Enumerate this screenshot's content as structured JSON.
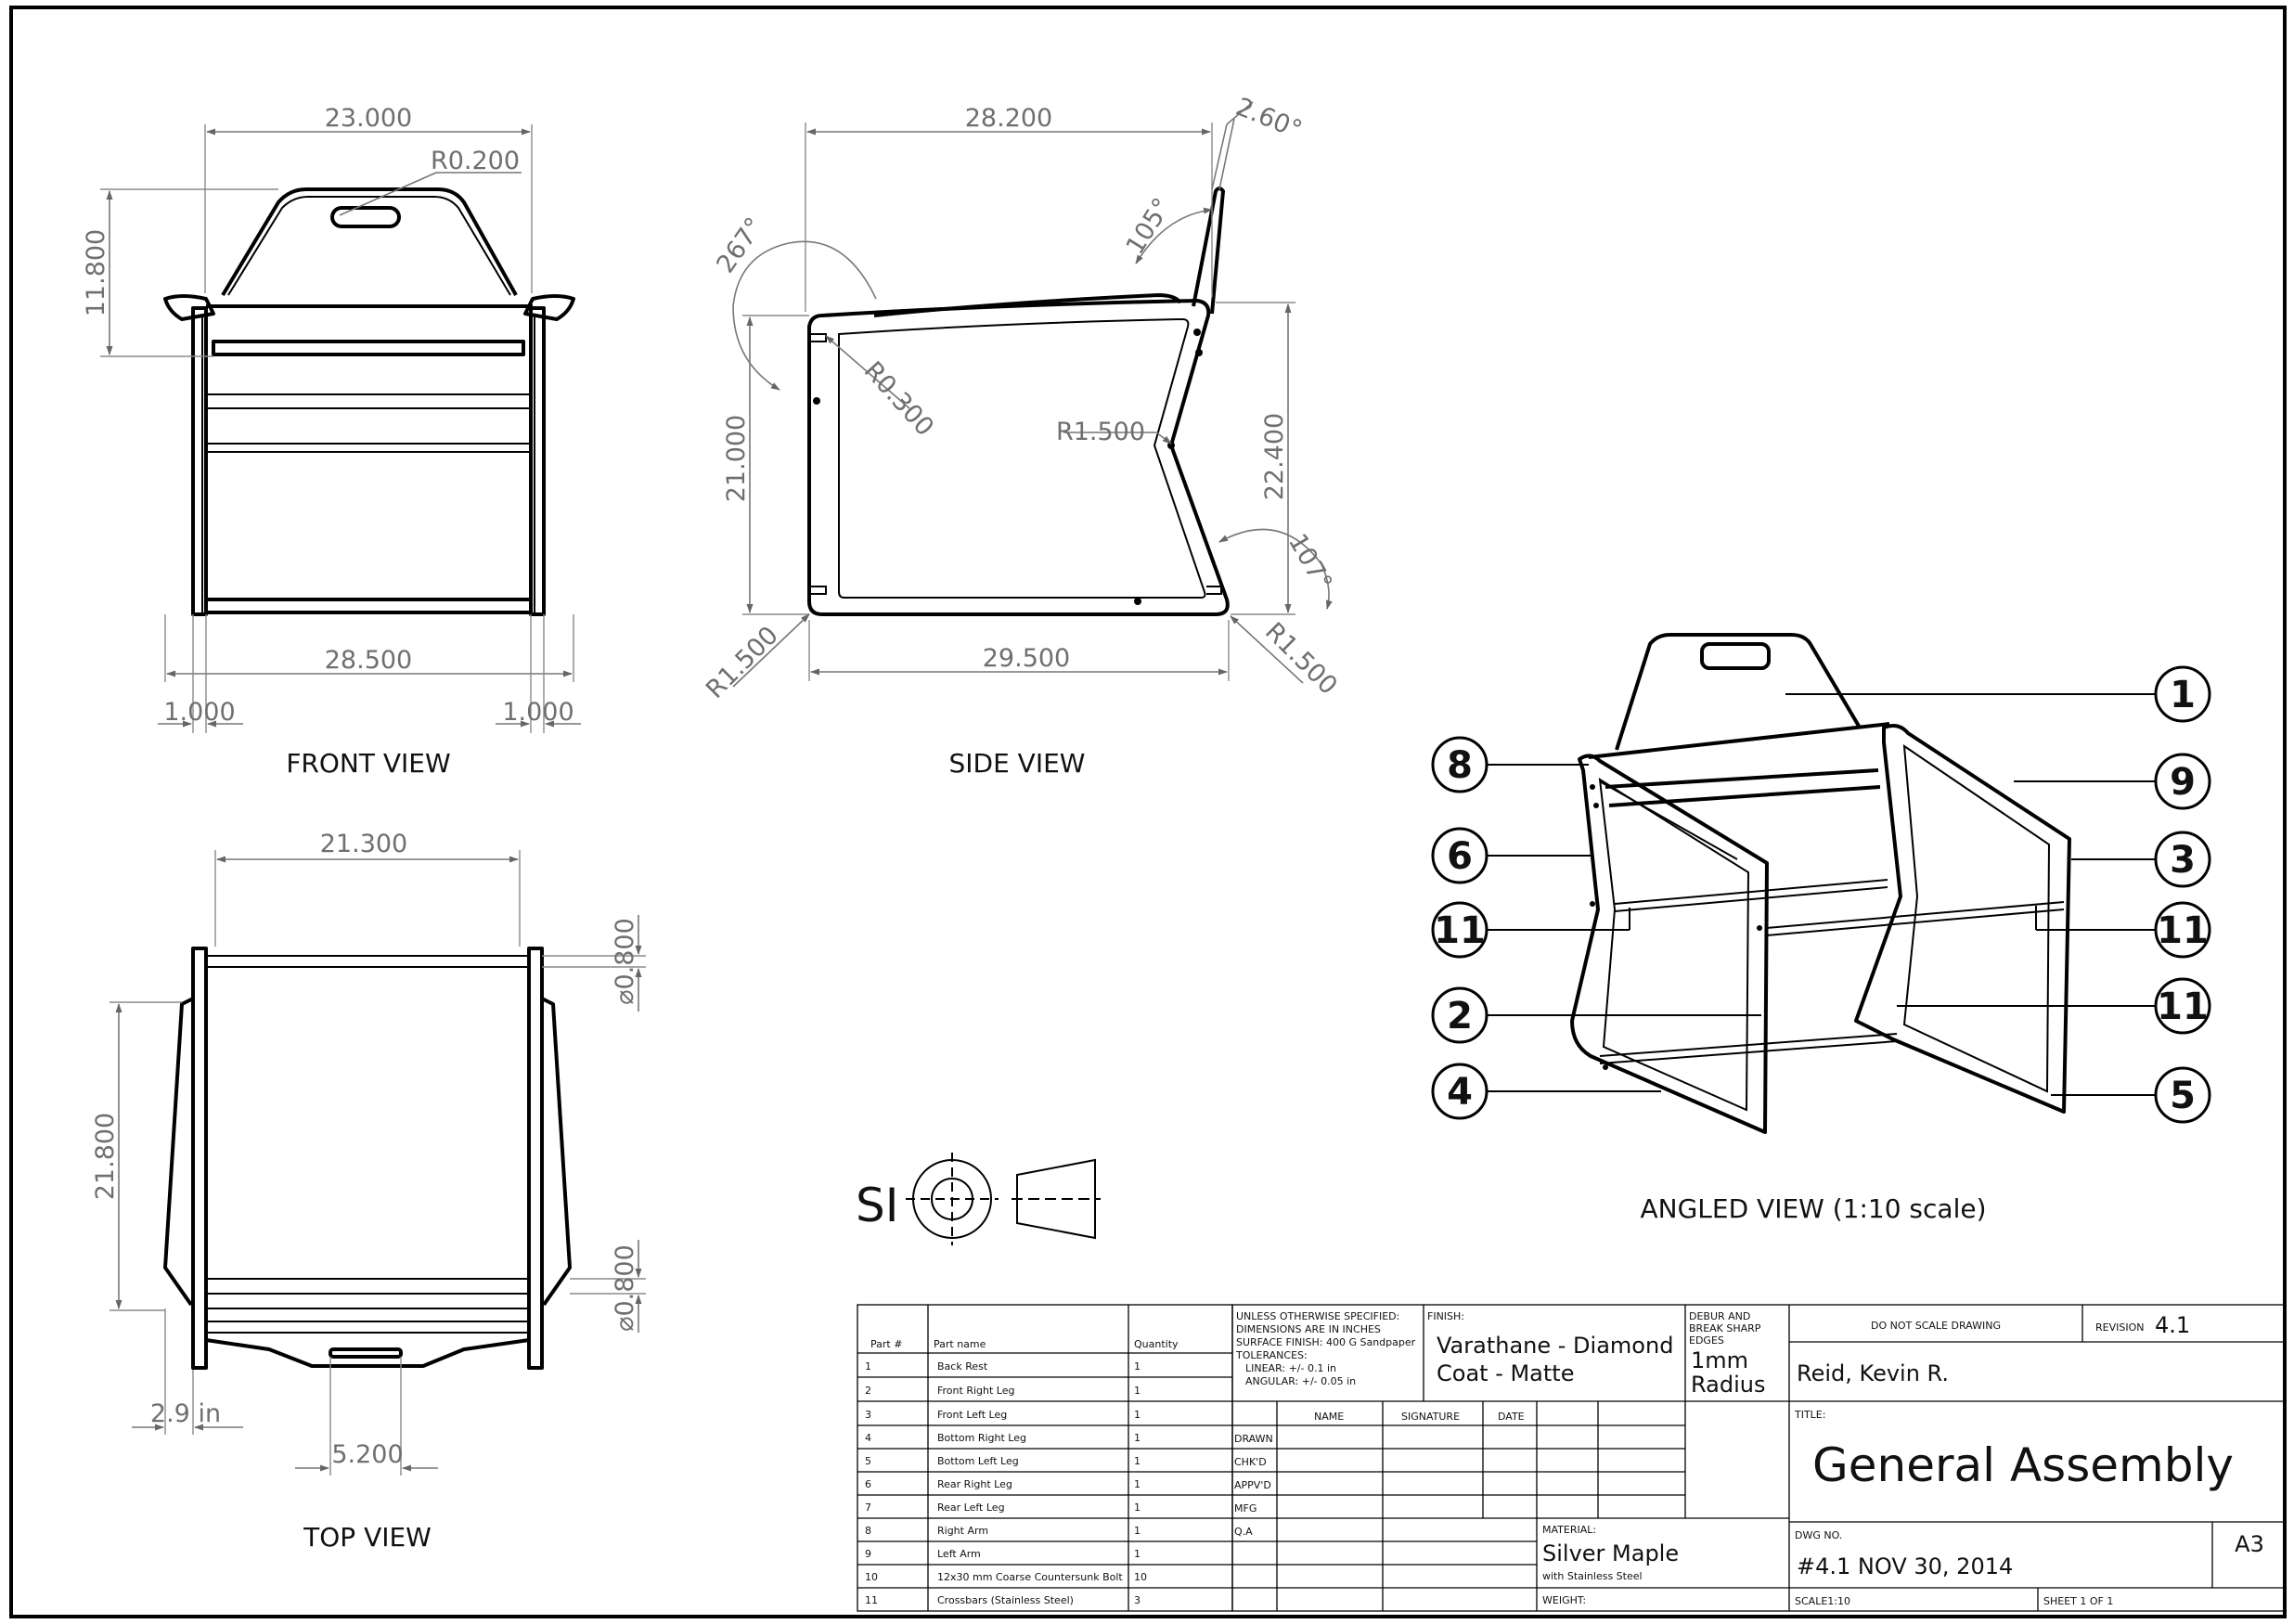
{
  "views": {
    "front": {
      "label": "FRONT VIEW",
      "dims": {
        "top_width": "23.000",
        "radius": "R0.200",
        "back_height": "11.800",
        "base_width": "28.500",
        "left_offset": "1.000",
        "right_offset": "1.000"
      }
    },
    "side": {
      "label": "SIDE VIEW",
      "dims": {
        "top_length": "28.200",
        "back_angle": "2.60°",
        "back_tilt": "105°",
        "rear_angle": "267°",
        "corner_radius": "R0.300",
        "front_height": "21.000",
        "bend_radius": "R1.500",
        "rear_height": "22.400",
        "leg_angle": "107°",
        "bottom_length": "29.500",
        "radius_left": "R1.500",
        "radius_right": "R1.500"
      }
    },
    "top": {
      "label": "TOP VIEW",
      "dims": {
        "inner_width": "21.300",
        "depth": "21.800",
        "dia_top": "⌀0.800",
        "dia_bottom": "⌀0.800",
        "offset": "2.9 in",
        "handle_width": "5.200"
      }
    },
    "angled": {
      "label": "ANGLED VIEW (1:10 scale)",
      "balloons": [
        "1",
        "8",
        "9",
        "6",
        "3",
        "11",
        "11",
        "2",
        "11",
        "4",
        "5"
      ]
    }
  },
  "projection_symbol": "SI",
  "bom": {
    "headers": {
      "part": "Part #",
      "name": "Part name",
      "qty": "Quantity"
    },
    "rows": [
      {
        "part": "1",
        "name": "Back Rest",
        "qty": "1"
      },
      {
        "part": "2",
        "name": "Front Right Leg",
        "qty": "1"
      },
      {
        "part": "3",
        "name": "Front Left Leg",
        "qty": "1"
      },
      {
        "part": "4",
        "name": "Bottom Right Leg",
        "qty": "1"
      },
      {
        "part": "5",
        "name": "Bottom Left Leg",
        "qty": "1"
      },
      {
        "part": "6",
        "name": "Rear Right Leg",
        "qty": "1"
      },
      {
        "part": "7",
        "name": "Rear Left Leg",
        "qty": "1"
      },
      {
        "part": "8",
        "name": "Right Arm",
        "qty": "1"
      },
      {
        "part": "9",
        "name": "Left Arm",
        "qty": "1"
      },
      {
        "part": "10",
        "name": "12x30 mm Coarse Countersunk Bolt",
        "qty": "10"
      },
      {
        "part": "11",
        "name": "Crossbars (Stainless Steel)",
        "qty": "3"
      }
    ]
  },
  "title_block": {
    "notes": [
      "UNLESS OTHERWISE SPECIFIED:",
      "DIMENSIONS ARE IN INCHES",
      "SURFACE FINISH: 400 G Sandpaper",
      "TOLERANCES:",
      "LINEAR: +/- 0.1 in",
      "ANGULAR: +/- 0.05 in"
    ],
    "finish_label": "FINISH:",
    "finish_value": [
      "Varathane - Diamond",
      "Coat - Matte"
    ],
    "debur_label": [
      "DEBUR AND",
      "BREAK SHARP",
      "EDGES"
    ],
    "debur_value": [
      "1mm",
      "Radius"
    ],
    "do_not_scale": "DO NOT SCALE DRAWING",
    "revision_label": "REVISION",
    "revision": "4.1",
    "author": "Reid, Kevin R.",
    "sign_headers": {
      "name": "NAME",
      "signature": "SIGNATURE",
      "date": "DATE"
    },
    "sign_rows": [
      "DRAWN",
      "CHK'D",
      "APPV'D",
      "MFG",
      "Q.A"
    ],
    "title_label": "TITLE:",
    "title": "General Assembly",
    "material_label": "MATERIAL:",
    "material": "Silver Maple",
    "material_note": "with Stainless Steel",
    "weight_label": "WEIGHT:",
    "dwg_label": "DWG NO.",
    "dwg_no": "#4.1 NOV 30, 2014",
    "size": "A3",
    "scale": "SCALE1:10",
    "sheet": "SHEET 1 OF 1"
  }
}
